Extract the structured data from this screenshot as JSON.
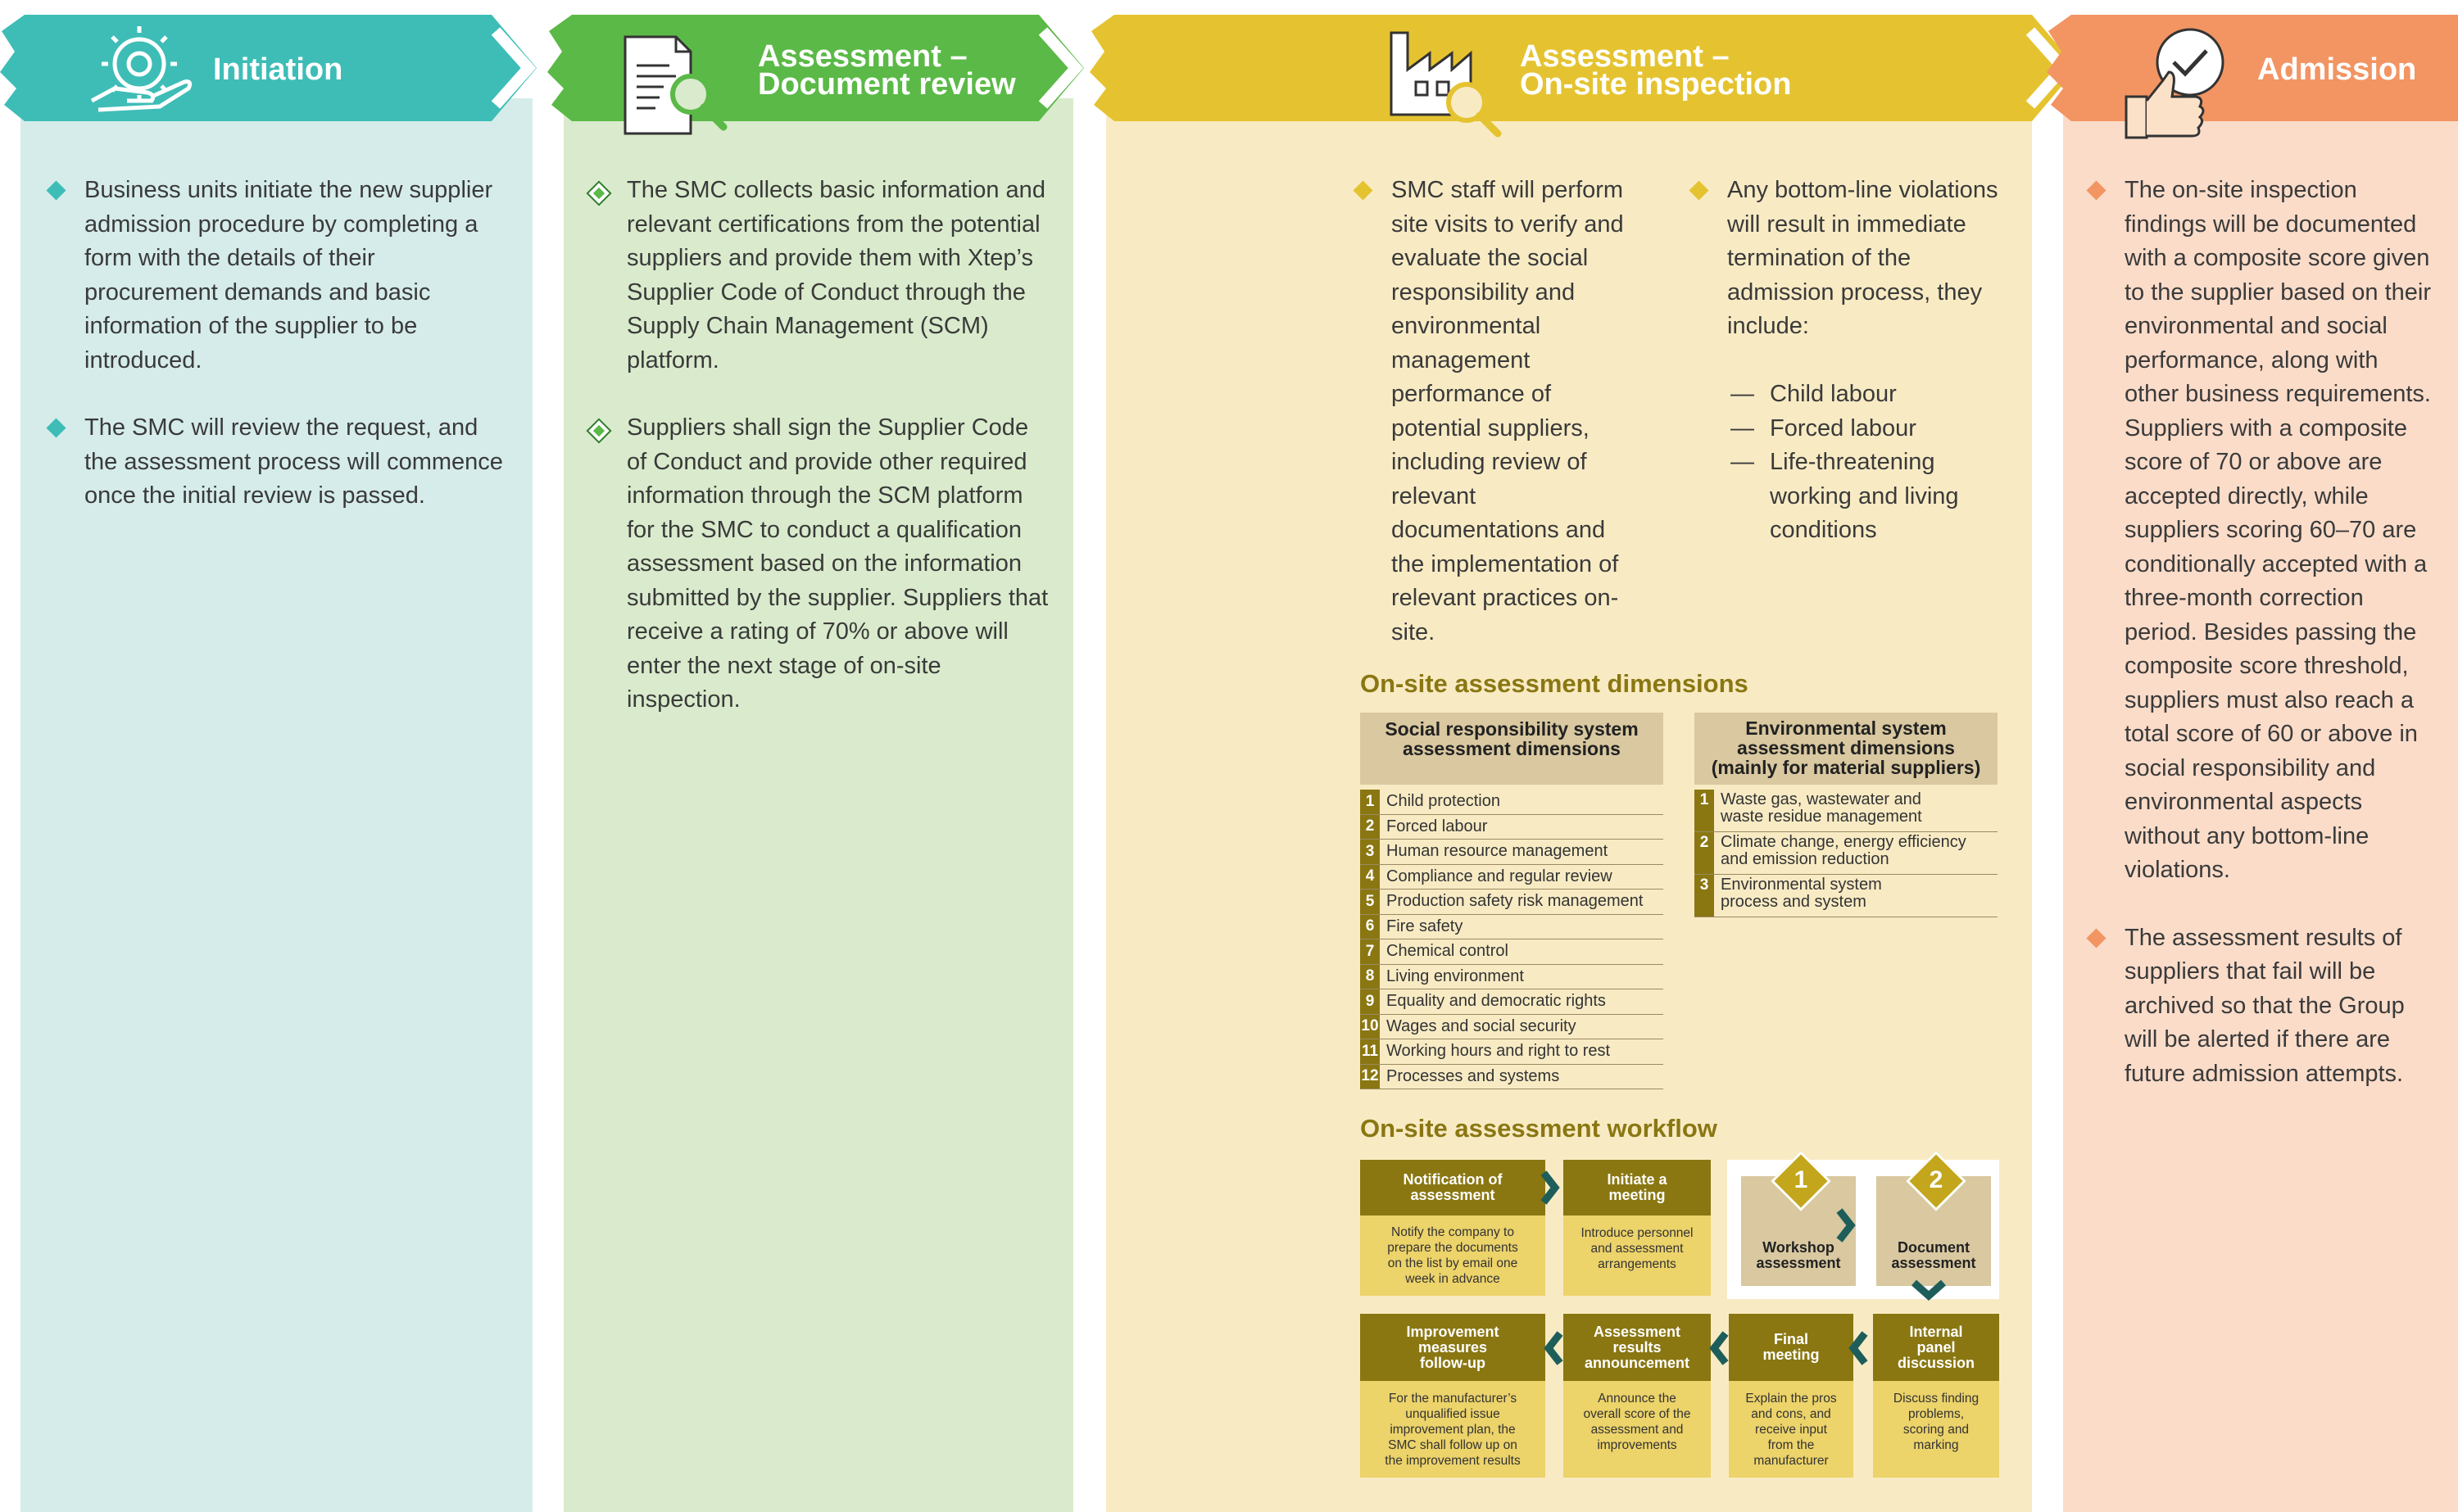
{
  "colors": {
    "initiation": "#3ebdb7",
    "initiation_bg": "#d5ecea",
    "review": "#5bb947",
    "review_bg": "#d9ebcc",
    "inspection": "#e5c330",
    "inspection_bg": "#f8ebc4",
    "admission": "#f29563",
    "admission_bg": "#fadcc9",
    "olive": "#8a7712"
  },
  "stages": {
    "initiation": {
      "icon": "gear-hand-icon",
      "title": "Initiation",
      "bullets": [
        "Business units initiate the new supplier admission procedure by completing a form with the details of their procurement demands and basic information of the supplier to be introduced.",
        "The SMC will review the request, and the assessment process will commence once the initial review is passed."
      ]
    },
    "review": {
      "icon": "document-magnifier-icon",
      "title_line1": "Assessment –",
      "title_line2": "Document review",
      "bullets": [
        "The SMC collects basic information and relevant certifications from the potential suppliers and provide them with Xtep’s Supplier Code of Conduct through the Supply Chain Management (SCM) platform.",
        "Suppliers shall sign the Supplier Code of Conduct and provide other required information through the SCM platform for the SMC to conduct a qualification assessment based on the information submitted by the supplier. Suppliers that receive a rating of 70% or above will enter the next stage of on-site inspection."
      ]
    },
    "inspection": {
      "icon": "factory-magnifier-icon",
      "title_line1": "Assessment –",
      "title_line2": "On-site inspection",
      "bullet_left": "SMC staff will perform site visits to verify and evaluate the social responsibility and environmental management performance of potential suppliers, including review of relevant documentations and the implementation of relevant practices on-site.",
      "bullet_right": "Any bottom-line violations will result in immediate termination of the admission process, they include:",
      "violations": [
        "Child labour",
        "Forced labour",
        "Life-threatening working and living conditions"
      ],
      "dash": "—",
      "dimensions_title": "On-site assessment dimensions",
      "social_header": "Social responsibility system assessment dimensions",
      "social_items": [
        {
          "n": "1",
          "t": "Child protection"
        },
        {
          "n": "2",
          "t": "Forced labour"
        },
        {
          "n": "3",
          "t": "Human resource management"
        },
        {
          "n": "4",
          "t": "Compliance and regular review"
        },
        {
          "n": "5",
          "t": "Production safety risk management"
        },
        {
          "n": "6",
          "t": "Fire safety"
        },
        {
          "n": "7",
          "t": "Chemical control"
        },
        {
          "n": "8",
          "t": "Living environment"
        },
        {
          "n": "9",
          "t": "Equality and democratic rights"
        },
        {
          "n": "10",
          "t": "Wages and social security"
        },
        {
          "n": "11",
          "t": "Working hours and right to rest"
        },
        {
          "n": "12",
          "t": "Processes and systems"
        }
      ],
      "env_header_line1": "Environmental system",
      "env_header_line2": "assessment dimensions",
      "env_header_line3": "(mainly for material suppliers)",
      "env_items": [
        {
          "n": "1",
          "l1": "Waste gas, wastewater and",
          "l2": "waste residue management"
        },
        {
          "n": "2",
          "l1": "Climate change, energy efficiency",
          "l2": "and emission reduction"
        },
        {
          "n": "3",
          "l1": "Environmental system",
          "l2": "process and system"
        }
      ],
      "workflow_title": "On-site assessment workflow",
      "workflow": {
        "notification": {
          "h1": "Notification of",
          "h2": "assessment",
          "b": [
            "Notify the company to",
            "prepare the documents",
            "on the list by email one",
            "week in advance"
          ]
        },
        "meeting": {
          "h1": "Initiate a",
          "h2": "meeting",
          "b": [
            "Introduce personnel",
            "and assessment",
            "arrangements"
          ]
        },
        "workshop": {
          "num": "1",
          "l1": "Workshop",
          "l2": "assessment"
        },
        "document": {
          "num": "2",
          "l1": "Document",
          "l2": "assessment"
        },
        "panel": {
          "h1": "Internal",
          "h2": "panel",
          "h3": "discussion",
          "b": [
            "Discuss finding",
            "problems,",
            "scoring and",
            "marking"
          ]
        },
        "final": {
          "h1": "Final",
          "h2": "meeting",
          "b": [
            "Explain the pros",
            "and cons, and",
            "receive input",
            "from the",
            "manufacturer"
          ]
        },
        "results": {
          "h1": "Assessment",
          "h2": "results",
          "h3": "announcement",
          "b": [
            "Announce the",
            "overall score of the",
            "assessment and",
            "improvements"
          ]
        },
        "followup": {
          "h1": "Improvement",
          "h2": "measures",
          "h3": "follow-up",
          "b": [
            "For the manufacturer’s",
            "unqualified issue",
            "improvement plan, the",
            "SMC shall follow up on",
            "the improvement results"
          ]
        }
      }
    },
    "admission": {
      "icon": "thumbs-up-check-icon",
      "title": "Admission",
      "bullets": [
        "The on-site inspection findings will be documented with a composite score given to the supplier based on their environmental and social performance, along with other business requirements. Suppliers with a composite score of 70 or above are accepted directly, while suppliers scoring 60–70 are conditionally accepted with a three-month correction period. Besides passing the composite score threshold, suppliers must also reach a total score of 60 or above in social responsibility and environmental aspects without any bottom-line violations.",
        "The assessment results of suppliers that fail will be archived so that the Group will be alerted if there are future admission attempts."
      ]
    }
  }
}
